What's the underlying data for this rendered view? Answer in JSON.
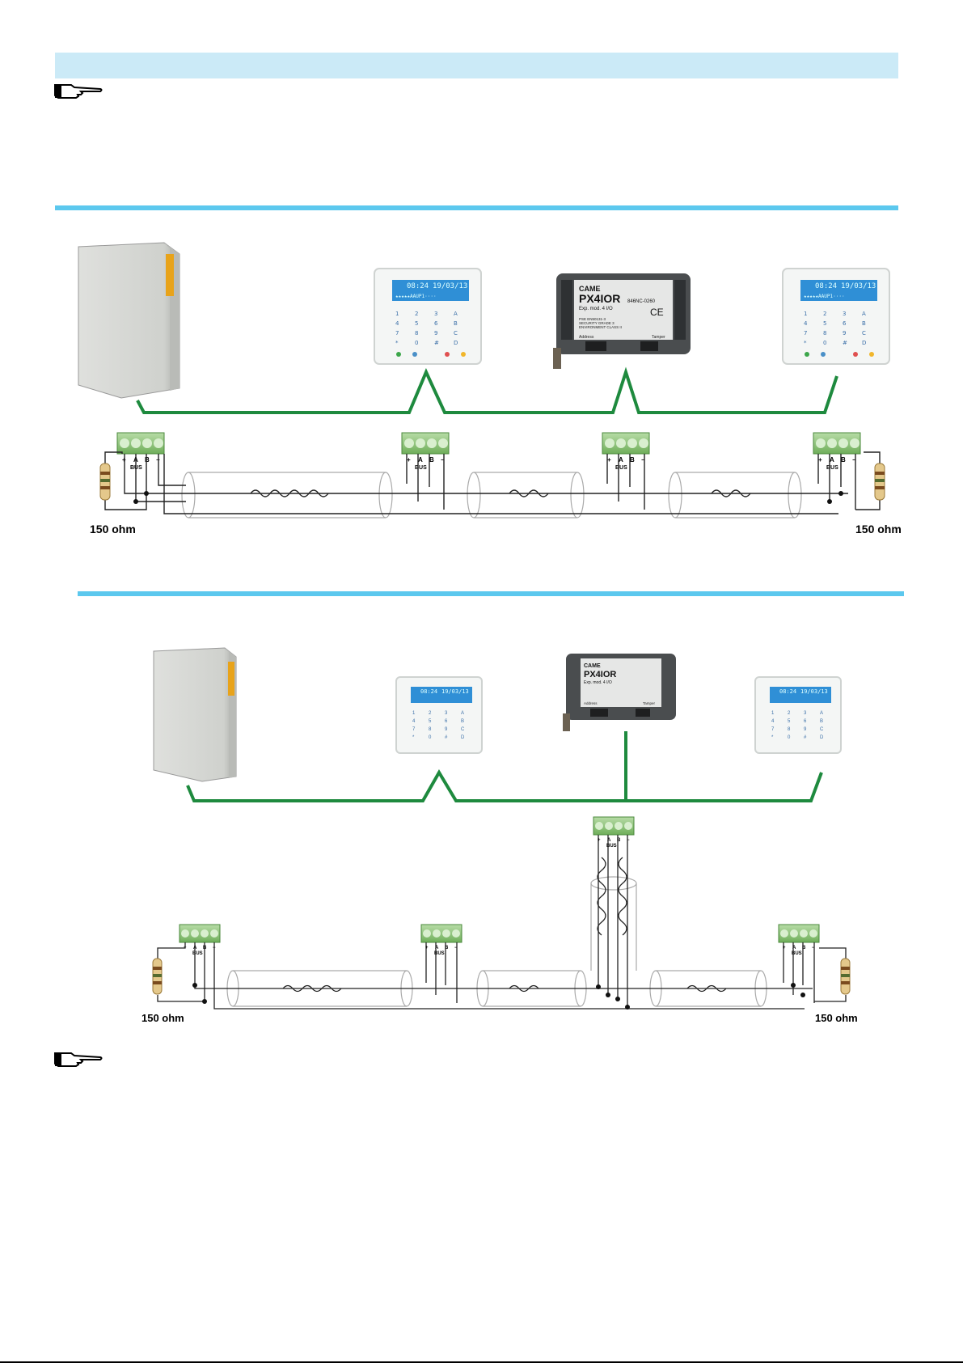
{
  "resistor_label": "150 ohm",
  "bus_label": "BUS",
  "terminal_pins": [
    "+",
    "A",
    "B",
    "−"
  ],
  "keypad": {
    "time": "08:24",
    "date": "19/03/13",
    "status": "★★★★★AAUP1····"
  },
  "expander": {
    "brand": "CAME",
    "model": "PX4IOR",
    "code": "846NC-0260",
    "desc": "Exp. mod. 4 I/O",
    "cert1": "PSE EN50131-3",
    "cert2": "SECURITY GRADE 3",
    "cert3": "ENVIRONMENT CLASS II",
    "ce": "CE",
    "address": "Address",
    "tamper": "Tamper"
  },
  "icons": {
    "note": "pointing-hand-icon"
  },
  "colors": {
    "bus_wire": "#1e8a3e",
    "rule": "#5cc8ee",
    "banner": "#cbeaf7",
    "lcd": "#2f8fd6"
  }
}
